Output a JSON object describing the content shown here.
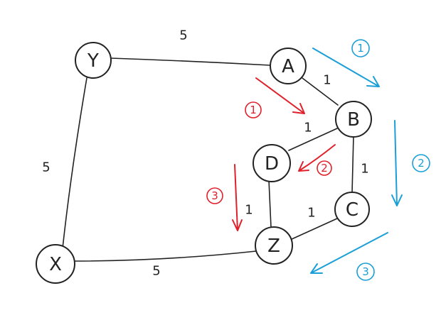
{
  "colors": {
    "red": "#e0202a",
    "blue": "#1a9fd6",
    "ink": "#222222"
  },
  "nodes": {
    "Y": "Y",
    "A": "A",
    "B": "B",
    "D": "D",
    "C": "C",
    "Z": "Z",
    "X": "X"
  },
  "edges": {
    "Y_A": "5",
    "A_B": "1",
    "B_D": "1",
    "B_C": "1",
    "D_Z": "1",
    "C_Z": "1",
    "Y_X": "5",
    "X_Z": "5"
  },
  "red_steps": [
    "1",
    "2",
    "3"
  ],
  "blue_steps": [
    "1",
    "2",
    "3"
  ]
}
